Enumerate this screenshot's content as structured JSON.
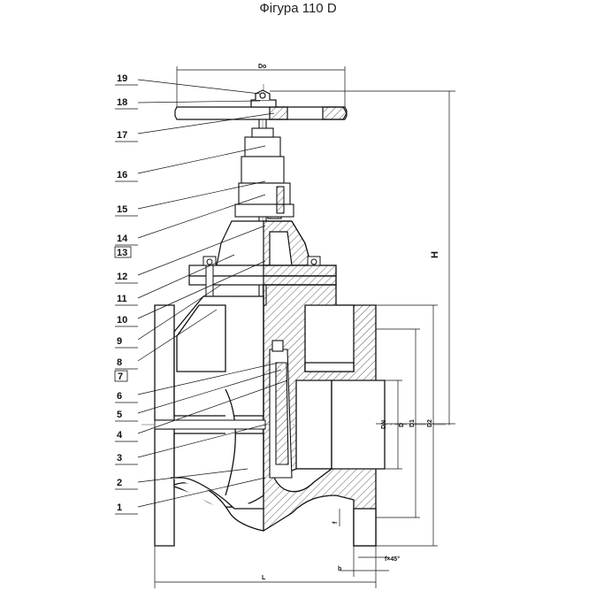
{
  "figure": {
    "title": "Фігура 110 D"
  },
  "callouts": [
    "19",
    "18",
    "17",
    "16",
    "15",
    "14",
    "13",
    "12",
    "11",
    "10",
    "9",
    "8",
    "7",
    "6",
    "5",
    "4",
    "3",
    "2",
    "1"
  ],
  "dimensions": {
    "handwheel_diameter": "Do",
    "height": "H",
    "length": "L",
    "nominal_diameter": "DN",
    "d": "D",
    "d1": "D1",
    "d2": "D2",
    "flange_thickness": "b",
    "raised_face": "f",
    "chamfer": "f×45°"
  }
}
